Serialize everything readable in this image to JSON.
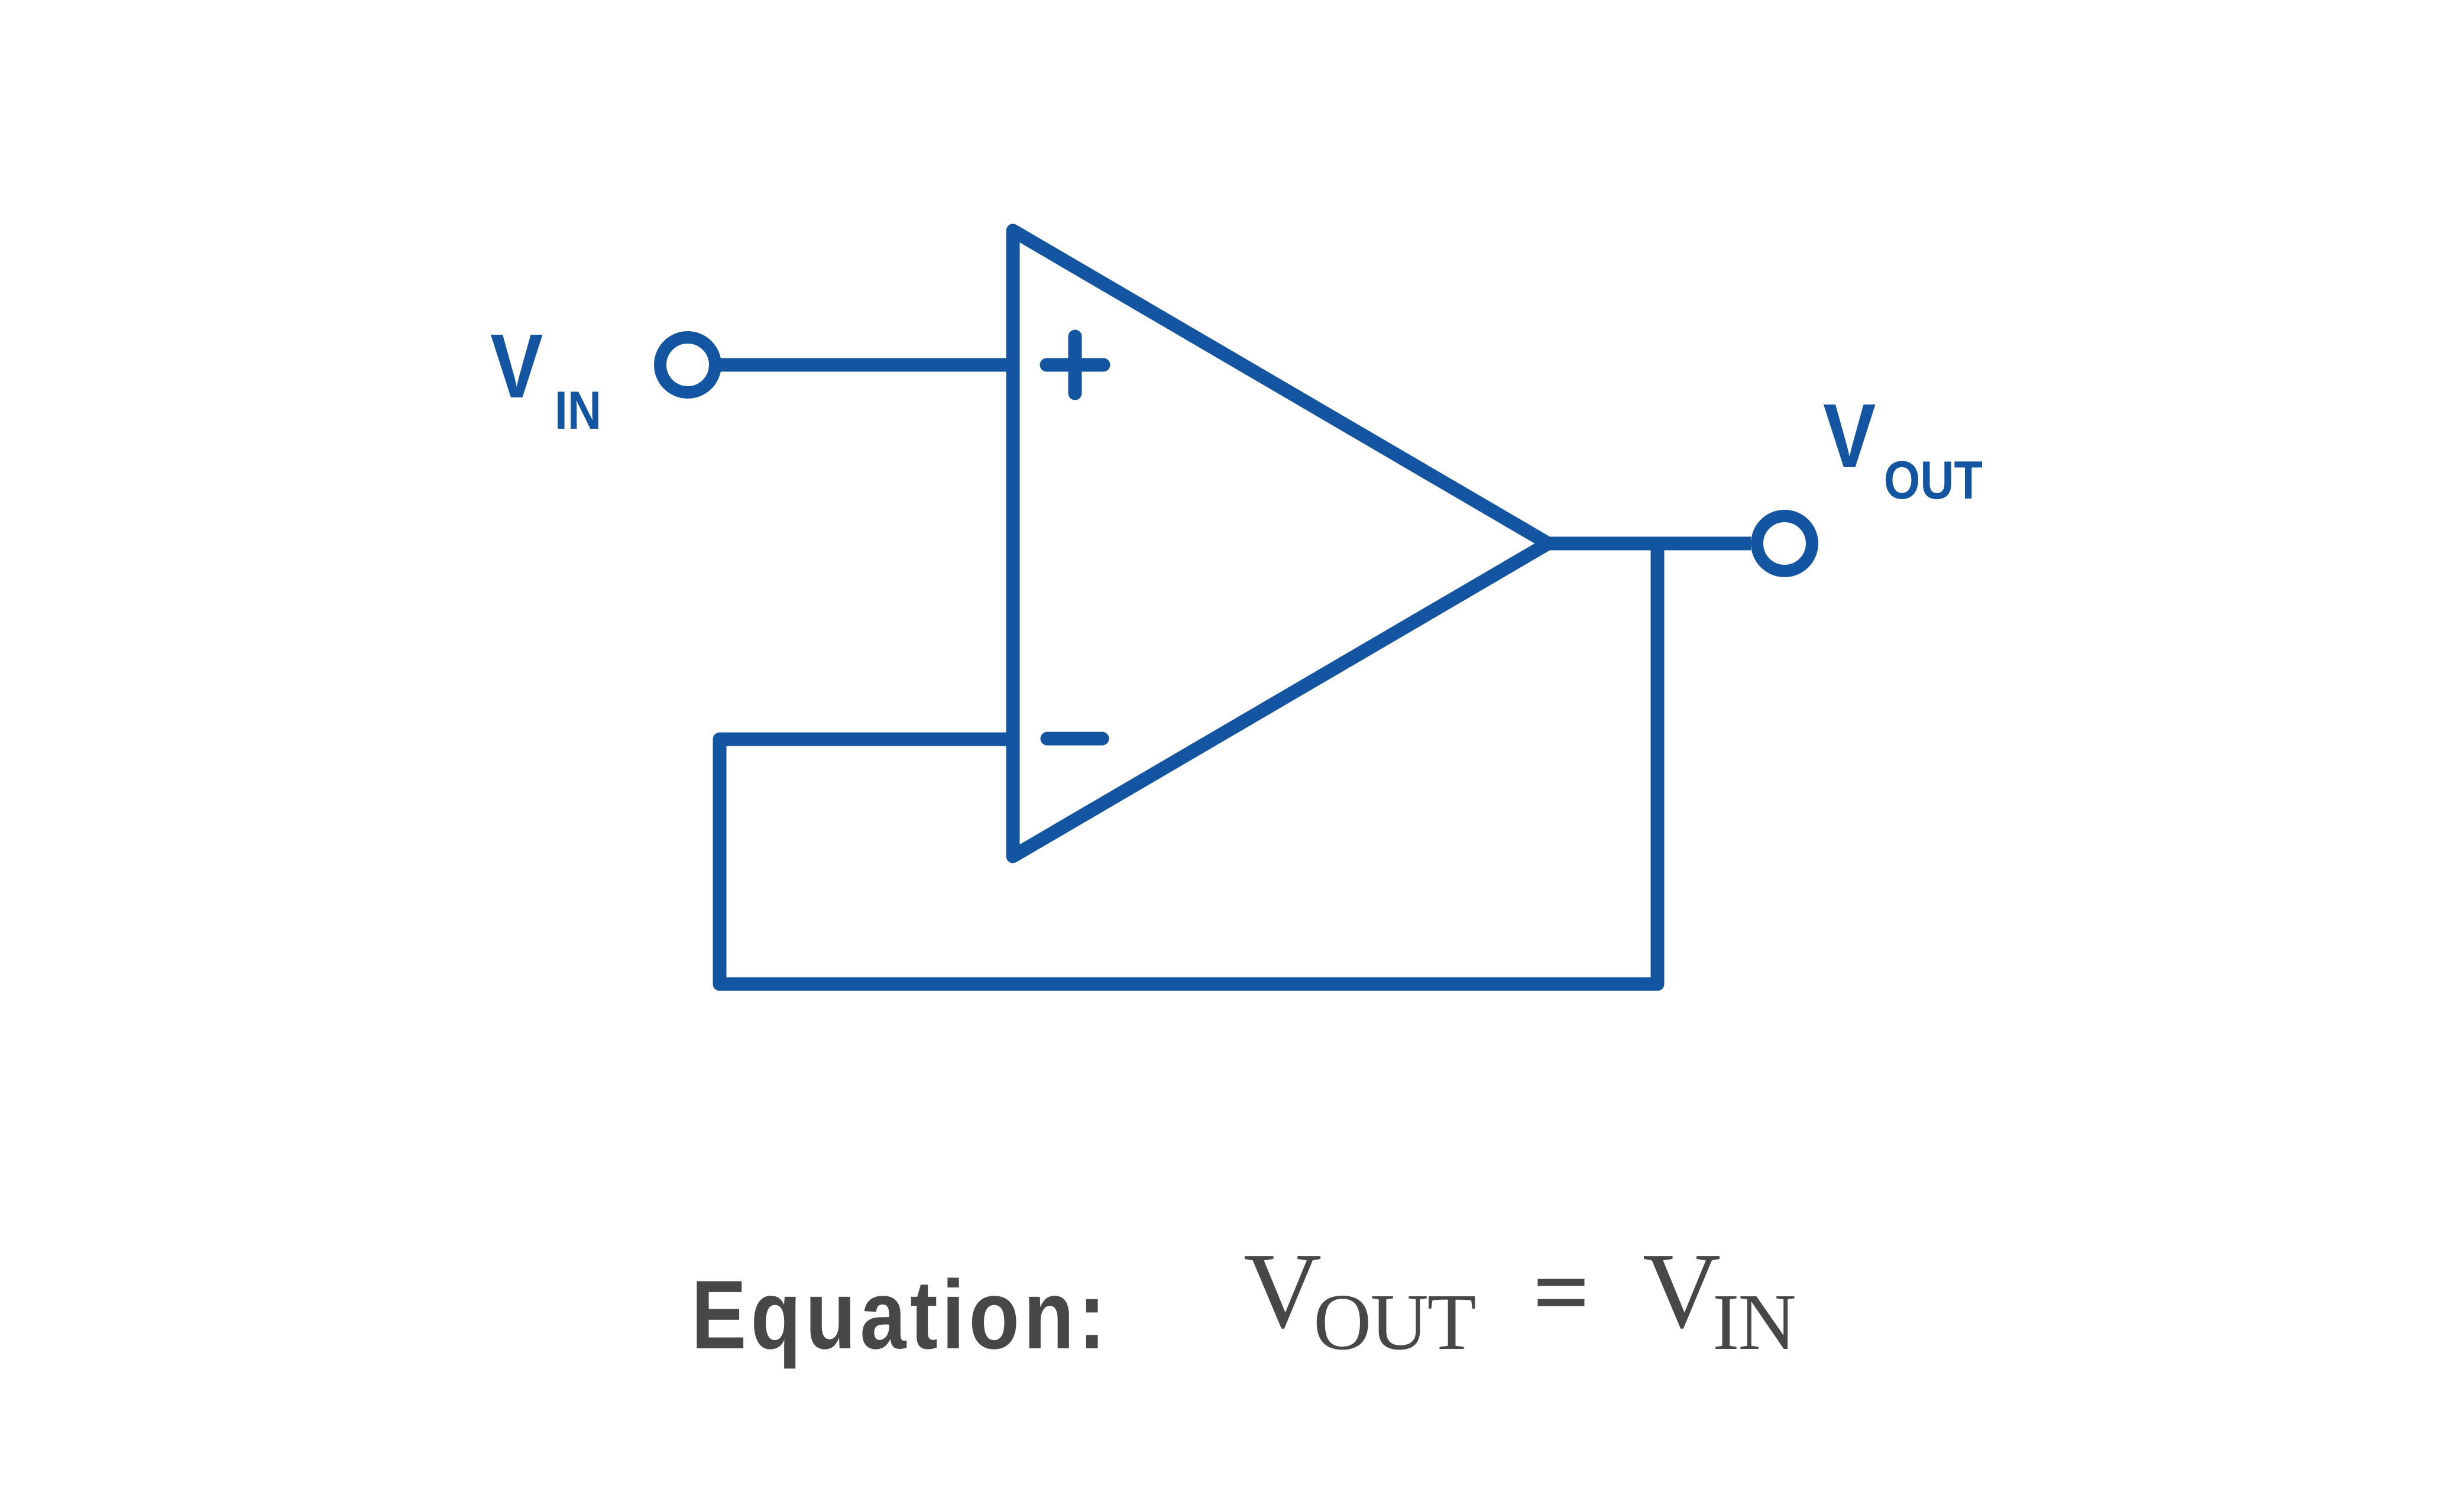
{
  "colors": {
    "circuit_blue": "#1455A1",
    "equation_text": "#474747",
    "background": "#FFFFFF"
  },
  "diagram": {
    "input_label": {
      "base": "V",
      "subscript": "IN"
    },
    "output_label": {
      "base": "V",
      "subscript": "OUT"
    },
    "opamp": {
      "noninverting_input_icon": "plus-icon",
      "inverting_input_icon": "minus-icon",
      "plus_symbol": "+",
      "minus_symbol": "−"
    }
  },
  "equation": {
    "label": "Equation:",
    "lhs": {
      "base": "V",
      "subscript": "OUT"
    },
    "equals_sign": "=",
    "rhs": {
      "base": "V",
      "subscript": "IN"
    }
  }
}
